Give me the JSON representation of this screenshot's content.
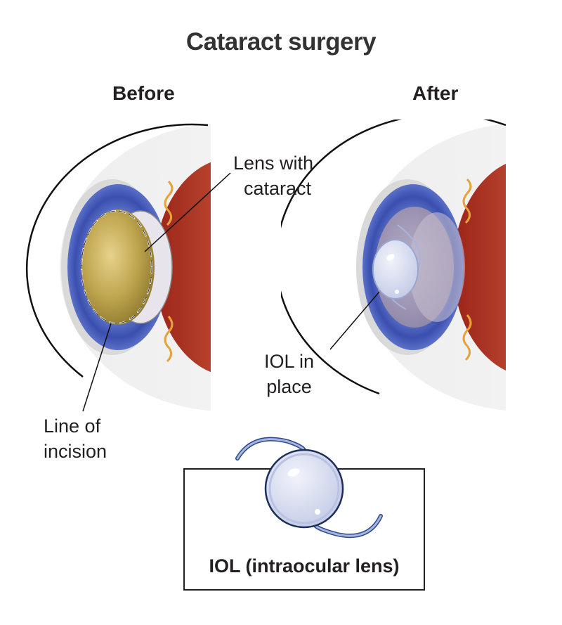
{
  "title": "Cataract surgery",
  "panels": {
    "before": {
      "heading": "Before",
      "labels": {
        "lens_with_cataract": [
          "Lens with",
          "cataract"
        ],
        "line_of_incision": [
          "Line of",
          "incision"
        ]
      }
    },
    "after": {
      "heading": "After",
      "labels": {
        "iol_in_place": [
          "IOL in",
          "place"
        ]
      }
    }
  },
  "inset": {
    "caption": "IOL (intraocular lens)"
  },
  "colors": {
    "iris_blue": "#3d55b8",
    "cataract_lens": "#b9a14a",
    "retina_red": "#b5321f",
    "iol_lens": "#d6dcef",
    "outline": "#1a1a1a",
    "haptic": "#2c4a8a"
  }
}
